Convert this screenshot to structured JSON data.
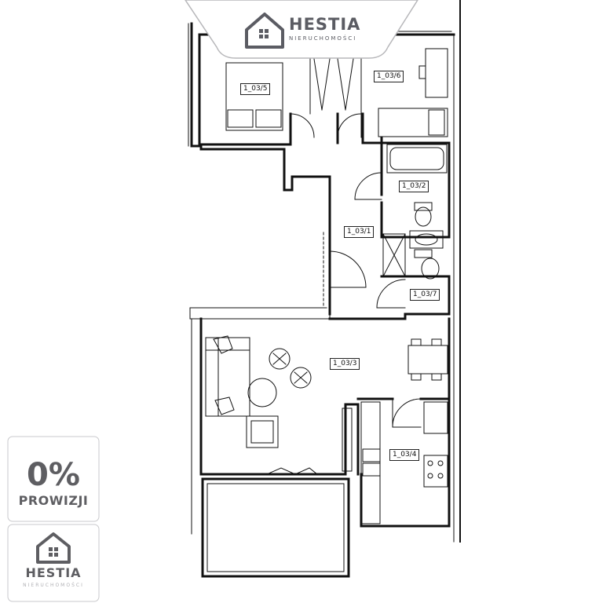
{
  "brand": {
    "name": "HESTIA",
    "subtitle": "NIERUCHOMOŚCI",
    "color": "#5b5c63"
  },
  "badge": {
    "percent": "0%",
    "text": "PROWIZJI",
    "brand": "HESTIA",
    "brand_sub": "NIERUCHOMOŚCI"
  },
  "rooms": {
    "r1": "1_03/1",
    "r2": "1_03/2",
    "r3": "1_03/3",
    "r4": "1_03/4",
    "r5": "1_03/5",
    "r6": "1_03/6",
    "r7": "1_03/7"
  }
}
